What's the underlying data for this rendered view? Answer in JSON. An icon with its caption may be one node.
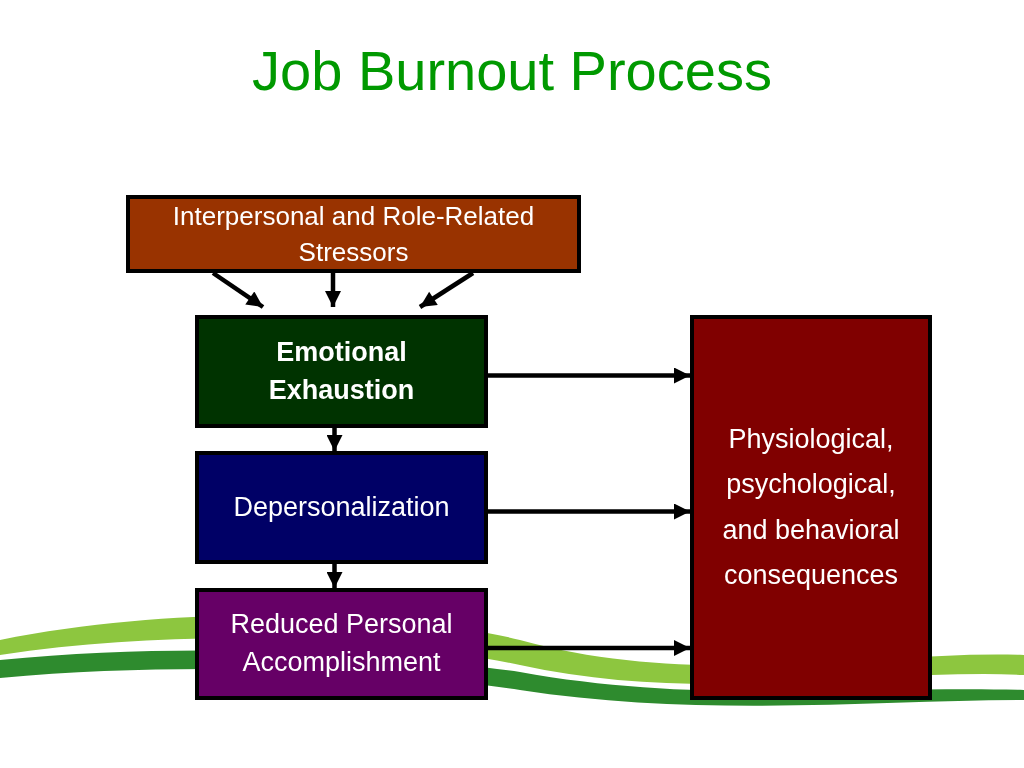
{
  "diagram": {
    "title": "Job Burnout Process",
    "nodes": [
      {
        "text": [
          "Interpersonal and Role-Related Stressors"
        ]
      },
      {
        "text": [
          "Emotional Exhaustion"
        ]
      },
      {
        "text": [
          "Depersonalization"
        ]
      },
      {
        "text": [
          "Reduced Personal Accomplishment"
        ]
      },
      {
        "text": [
          "Physiological, psychological, and behavioral consequences"
        ]
      }
    ],
    "edges": [
      {
        "from": 0,
        "to": 1,
        "arrow": "to"
      },
      {
        "from": 0,
        "to": 1,
        "arrow": "to"
      },
      {
        "from": 0,
        "to": 1,
        "arrow": "to"
      },
      {
        "from": 1,
        "to": 2,
        "arrow": "to"
      },
      {
        "from": 2,
        "to": 3,
        "arrow": "to"
      },
      {
        "from": 1,
        "to": 4,
        "arrow": "to"
      },
      {
        "from": 2,
        "to": 4,
        "arrow": "to"
      },
      {
        "from": 3,
        "to": 4,
        "arrow": "to"
      }
    ]
  }
}
